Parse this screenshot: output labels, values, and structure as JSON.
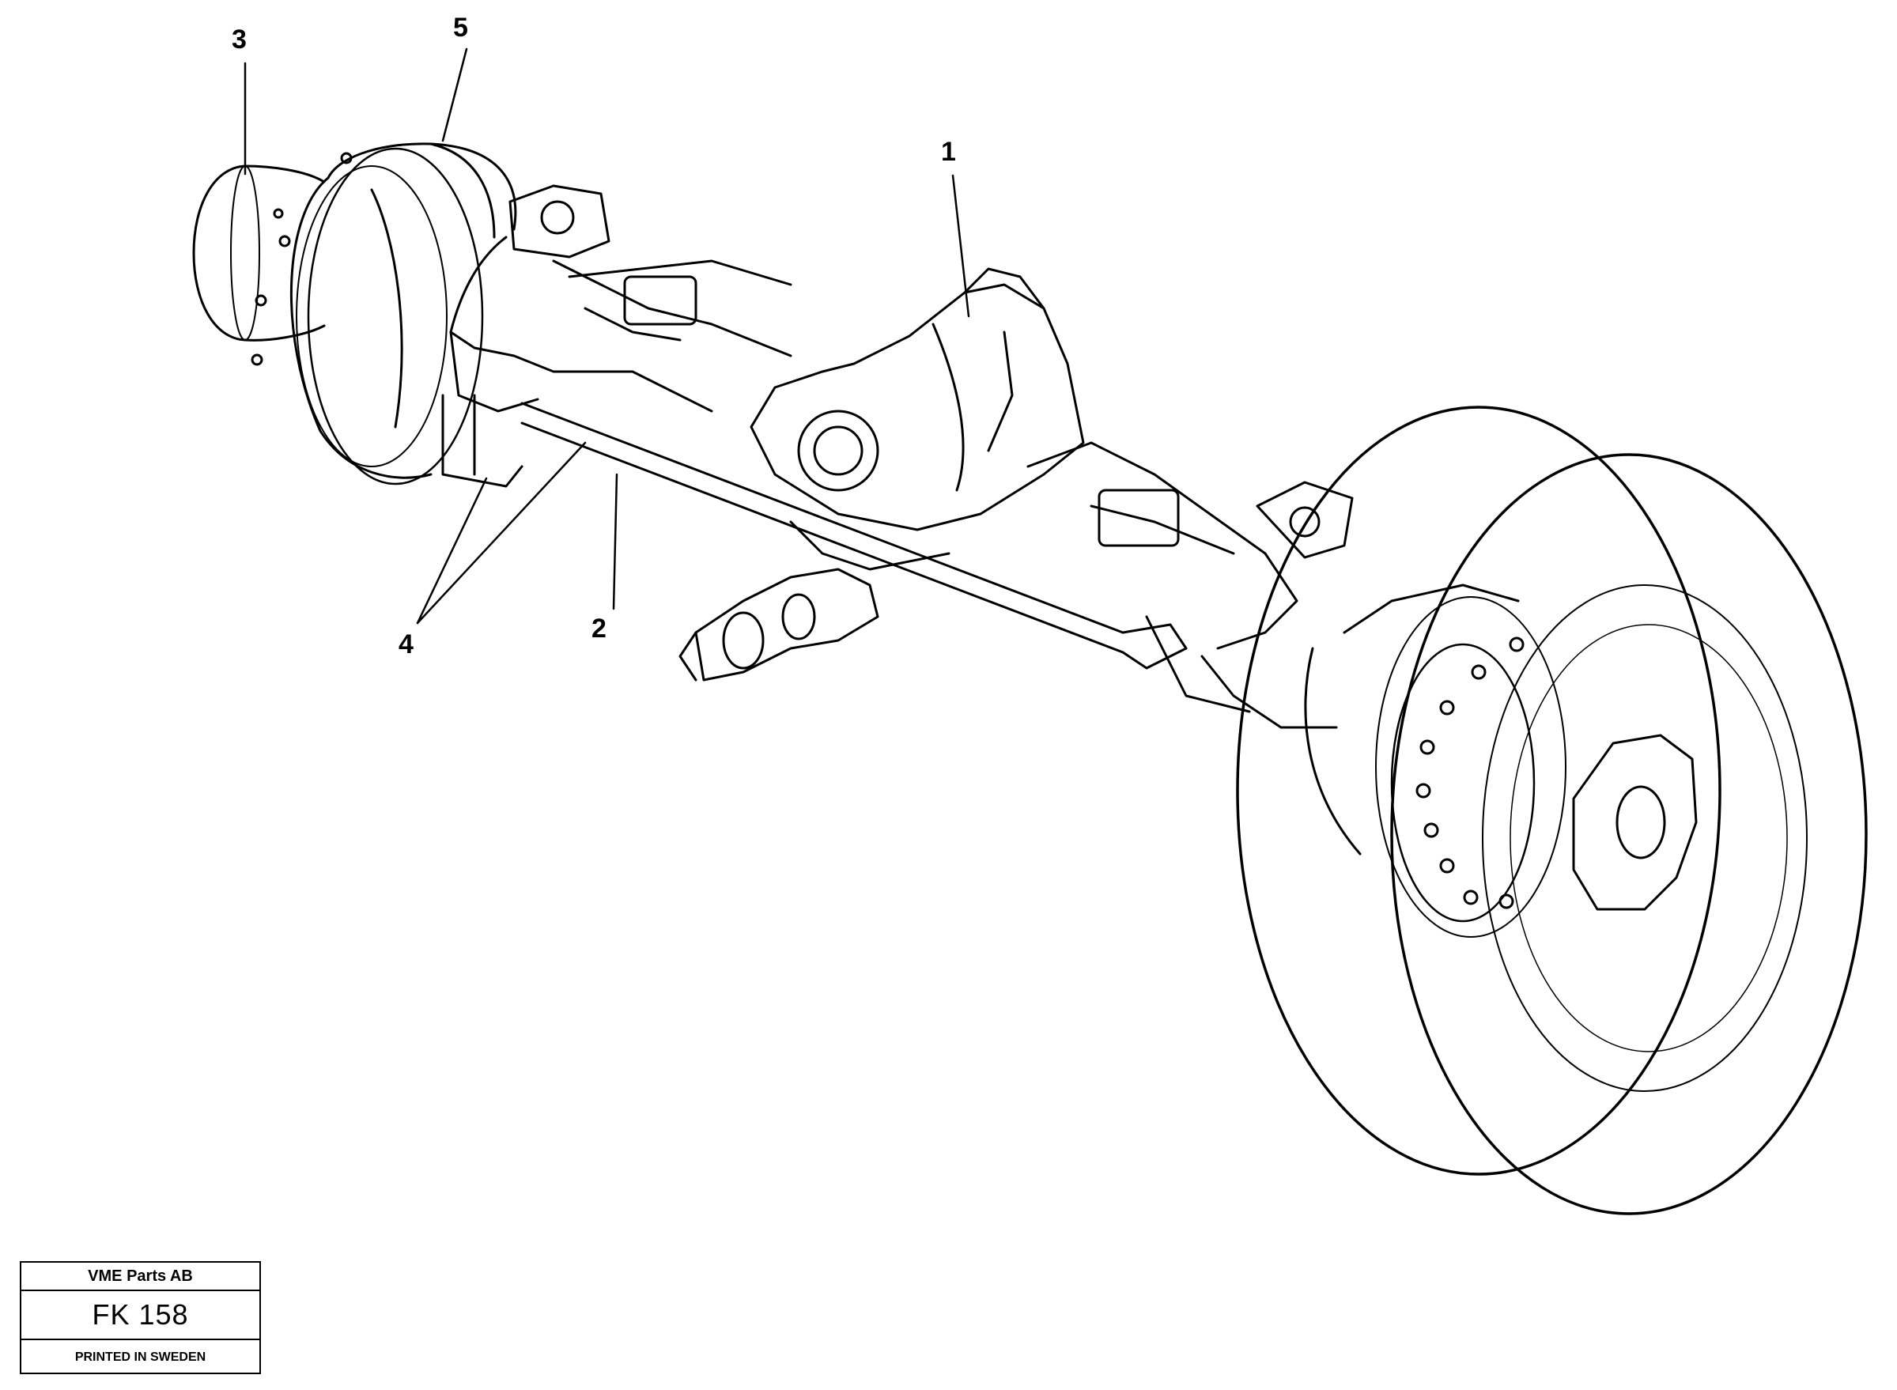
{
  "callouts": {
    "c1": "1",
    "c2": "2",
    "c3": "3",
    "c4": "4",
    "c5": "5"
  },
  "stamp": {
    "company": "VME Parts AB",
    "code": "FK 158",
    "printed": "PRINTED IN SWEDEN"
  }
}
